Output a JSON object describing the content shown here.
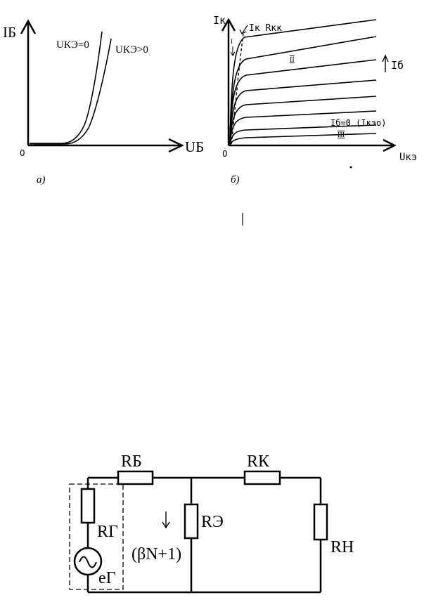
{
  "figure_a": {
    "y_axis_label": "IБ",
    "x_axis_label": "UБ",
    "origin_label": "0",
    "curve_labels": [
      "UКЭ=0",
      "UКЭ>0"
    ],
    "caption": "а)"
  },
  "figure_b": {
    "y_axis_label": "Iк",
    "x_axis_label": "Uкэ",
    "origin_label": "0",
    "top_label": "Iк Rкк",
    "region_labels": [
      "I",
      "II",
      "III"
    ],
    "ib_arrow_label": "Iб",
    "bottom_curve_label": "Iб=0 (Iкэо)",
    "caption": "б)"
  },
  "circuit": {
    "labels": {
      "rb": "RБ",
      "rk": "RК",
      "rg": "RГ",
      "re": "RЭ",
      "rn": "RН",
      "eg": "eГ",
      "beta": "(βN+1)"
    }
  }
}
